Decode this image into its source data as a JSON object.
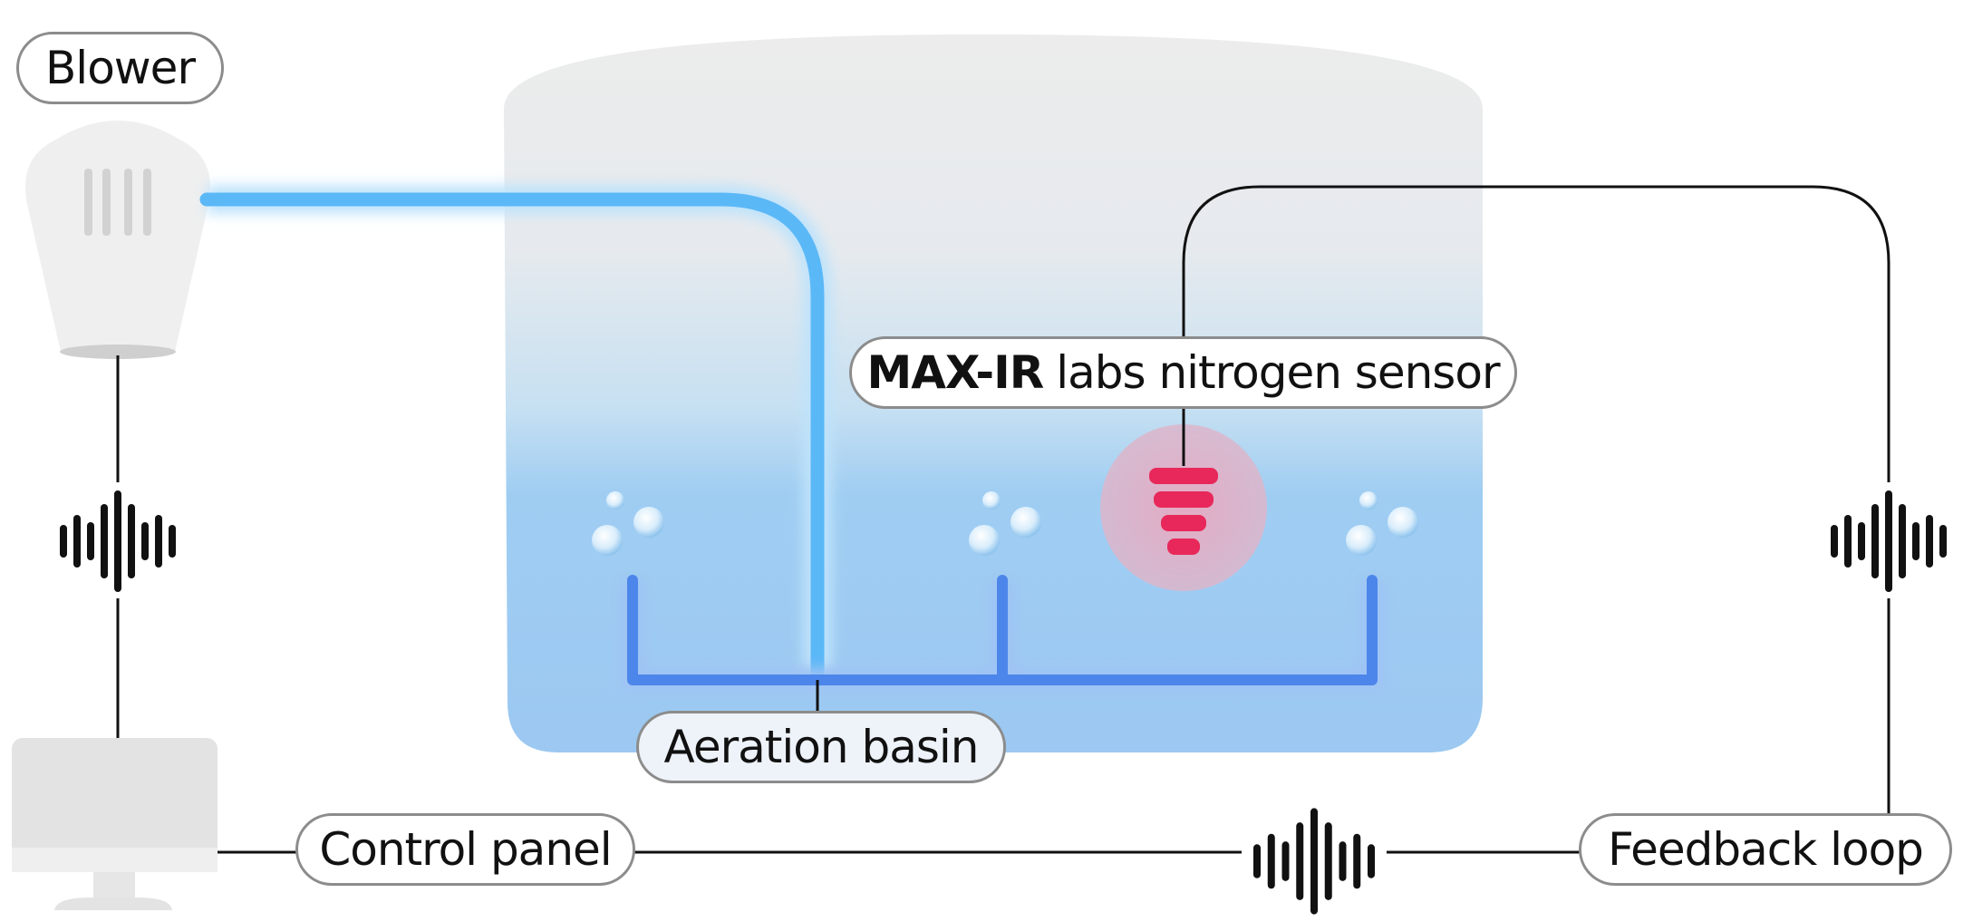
{
  "labels": {
    "blower": "Blower",
    "sensor_brand": "MAX-IR",
    "sensor_rest": "labs nitrogen sensor",
    "basin": "Aeration basin",
    "control_panel": "Control panel",
    "feedback_loop": "Feedback loop"
  },
  "colors": {
    "air_pipe": "#5bb8f7",
    "diffuser_pipe": "#4d86ea",
    "water": "#a3cef3",
    "sensor": "#e8285a",
    "connector": "#111111",
    "tank": "#ececec"
  },
  "icons": [
    "blower-icon",
    "sound-wave-icon",
    "sensor-icon",
    "monitor-icon",
    "bubbles-icon"
  ]
}
